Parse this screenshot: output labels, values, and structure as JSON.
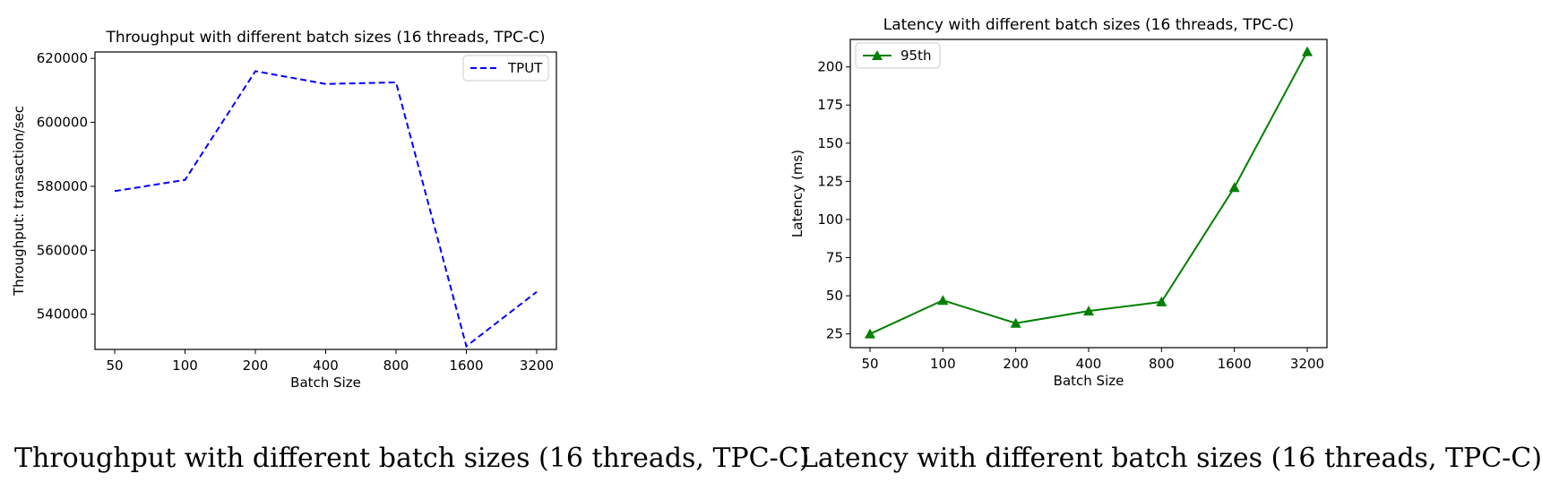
{
  "chart_data": [
    {
      "type": "line",
      "title": "Throughput with different batch sizes (16 threads, TPC-C)",
      "xlabel": "Batch Size",
      "ylabel": "Throughput: transaction/sec",
      "categories": [
        "50",
        "100",
        "200",
        "400",
        "800",
        "1600",
        "3200"
      ],
      "yticks": [
        "540000",
        "560000",
        "580000",
        "600000",
        "620000"
      ],
      "ylim": [
        529000,
        622000
      ],
      "series": [
        {
          "name": "TPUT",
          "values": [
            578500,
            582000,
            616000,
            612000,
            612500,
            530000,
            547000
          ],
          "color": "#0000ff",
          "style": "dashed"
        }
      ],
      "legend": "top-right",
      "grid": false
    },
    {
      "type": "line",
      "title": "Latency with different batch sizes (16 threads, TPC-C)",
      "xlabel": "Batch Size",
      "ylabel": "Latency (ms)",
      "categories": [
        "50",
        "100",
        "200",
        "400",
        "800",
        "1600",
        "3200"
      ],
      "yticks": [
        "25",
        "50",
        "75",
        "100",
        "125",
        "150",
        "175",
        "200"
      ],
      "ylim": [
        16,
        218
      ],
      "series": [
        {
          "name": "95th",
          "values": [
            25,
            47,
            32,
            40,
            46,
            121,
            210
          ],
          "color": "#008000",
          "marker": "triangle"
        }
      ],
      "legend": "top-left",
      "grid": false
    }
  ],
  "captions": {
    "left": "Throughput with different batch sizes (16 threads, TPC-C)",
    "right": "Latency with different batch sizes (16 threads, TPC-C)"
  }
}
